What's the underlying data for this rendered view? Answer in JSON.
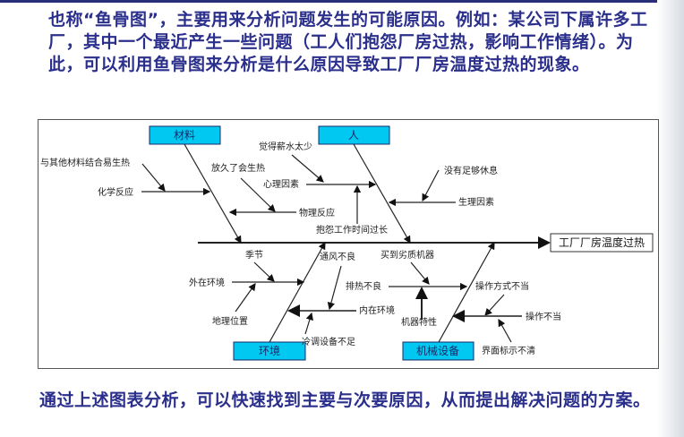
{
  "intro_text": "也称“鱼骨图”，主要用来分析问题发生的可能原因。例如：某公司下属许多工厂，其中一个最近产生一些问题（工人们抱怨厂房过热，影响工作情绪）。为此，可以利用鱼骨图来分析是什么原因导致工厂厂房温度过热的现象。",
  "conclusion_text": "通过上述图表分析，可以快速找到主要与次要原因，从而提出解决问题的方案。",
  "diagram": {
    "effect": "工厂厂房温度过热",
    "categories": {
      "materials": "材料",
      "people": "人",
      "environment": "环境",
      "machinery": "机械设备"
    },
    "causes": {
      "m1": "与其他材料结合易生热",
      "m2": "化学反应",
      "m3": "放久了会生热",
      "m4": "物理反应",
      "p1": "觉得薪水太少",
      "p2": "心理因素",
      "p3": "抱怨工作时间过长",
      "p4": "没有足够休息",
      "p5": "生理因素",
      "e1": "季节",
      "e2": "外在环境",
      "e3": "地理位置",
      "e4": "通风不良",
      "e5": "内在环境",
      "e6": "冷调设备不足",
      "k1": "买到劣质机器",
      "k2": "排热不良",
      "k3": "机器特性",
      "k4": "操作方式不当",
      "k5": "操作不当",
      "k6": "界面标示不清"
    },
    "box_color": "#00c8f0"
  }
}
